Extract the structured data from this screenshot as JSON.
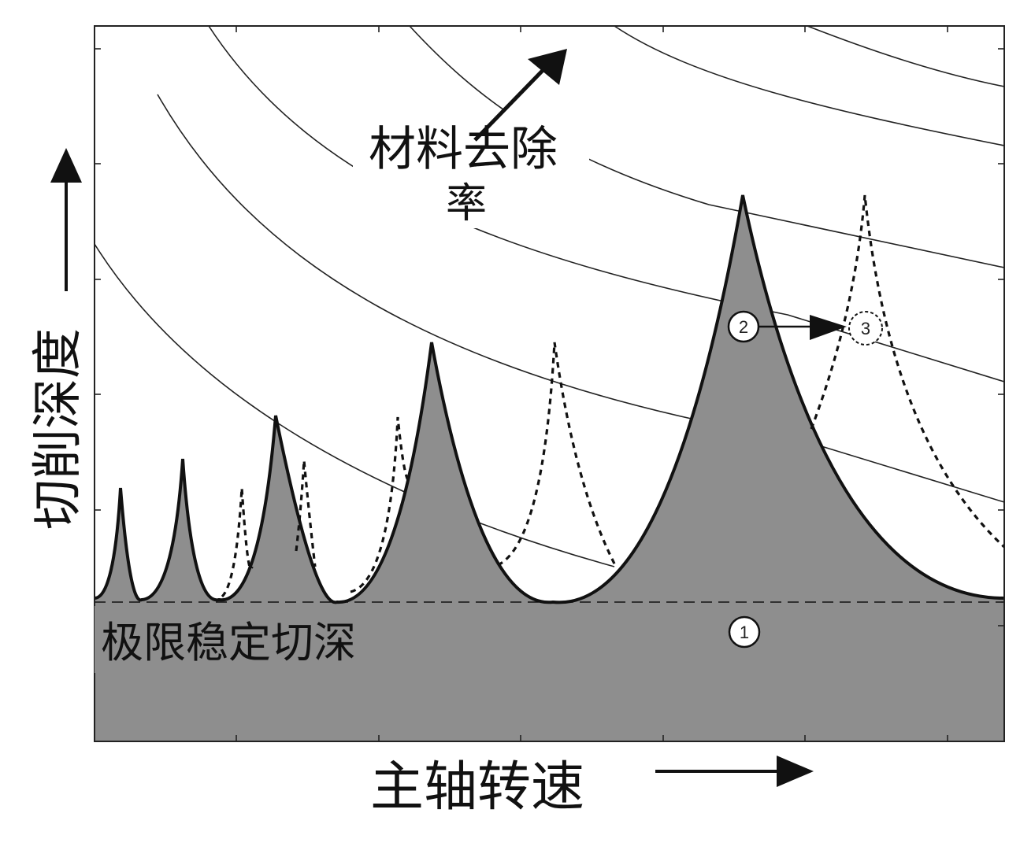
{
  "labels": {
    "y_axis": "切削深度",
    "x_axis": "主轴转速",
    "mrr_line1": "材料去除",
    "mrr_line2": "率",
    "limit": "极限稳定切深"
  },
  "markers": {
    "m1": "1",
    "m2": "2",
    "m3": "3"
  },
  "colors": {
    "stable_fill": "#8e8e8e",
    "curve": "#111111",
    "frame": "#222222",
    "background": "#ffffff"
  }
}
